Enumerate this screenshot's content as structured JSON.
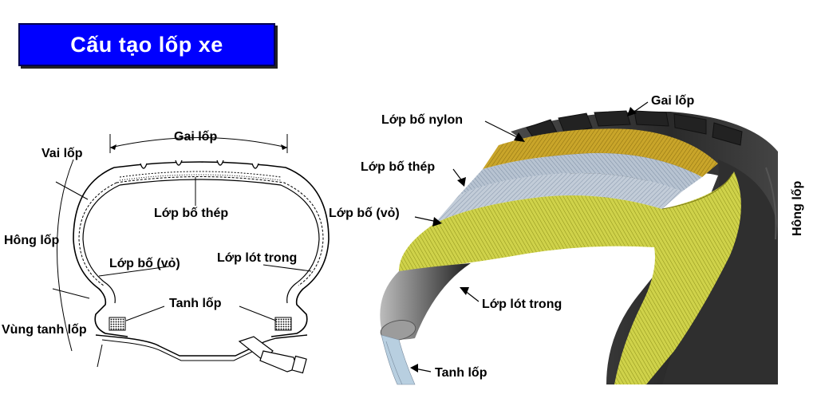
{
  "title": "Cấu tạo lốp xe",
  "left_diagram": {
    "labels": {
      "tread": "Gai lốp",
      "shoulder": "Vai lốp",
      "steel_belt": "Lớp bố thép",
      "sidewall": "Hông lốp",
      "carcass": "Lớp bố (vỏ)",
      "inner_liner": "Lớp lót trong",
      "bead": "Tanh lốp",
      "bead_area": "Vùng tanh lốp"
    }
  },
  "right_diagram": {
    "labels": {
      "tread": "Gai lốp",
      "nylon_belt": "Lớp bố nylon",
      "steel_belt": "Lớp bố thép",
      "carcass": "Lớp bố (vỏ)",
      "sidewall": "Hông lốp",
      "inner_liner": "Lớp lót trong",
      "bead": "Tanh lốp"
    },
    "colors": {
      "tire_rubber": "#3a3a3a",
      "nylon_layer": "#c9a52a",
      "steel_layer": "#aeb9c6",
      "carcass_layer": "#c8cc3a"
    }
  }
}
